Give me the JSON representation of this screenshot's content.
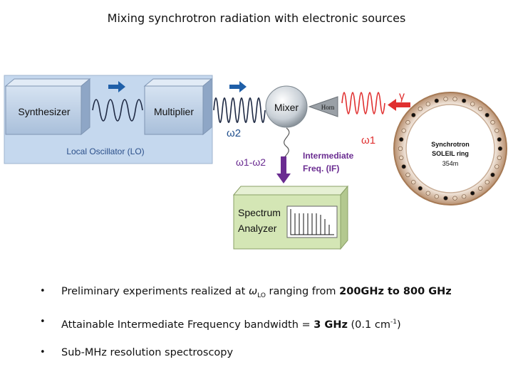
{
  "title": "Mixing synchrotron radiation with electronic sources",
  "diagram": {
    "lo_label": "Local Oscillator (LO)",
    "synthesizer": "Synthesizer",
    "multiplier": "Multiplier",
    "mixer": "Mixer",
    "horn": "Horn",
    "omega2": "ω2",
    "omega1": "ω1",
    "diff": "ω1-ω2",
    "if_line1": "Intermediate",
    "if_line2": "Freq. (IF)",
    "gamma": "γ",
    "spectrum_line1": "Spectrum",
    "spectrum_line2": "Analyzer",
    "ring_line1": "Synchrotron",
    "ring_line2": "SOLEIL ring",
    "ring_line3": "354m"
  },
  "bullets": {
    "b1": {
      "text": "Preliminary experiments realized at ",
      "omega": "ω",
      "lo": "LO",
      "mid": " ranging from ",
      "range": "200GHz to 800 GHz"
    },
    "b2": {
      "text": "Attainable Intermediate Frequency bandwidth = ",
      "bw": "3 GHz",
      "paren1": " (0.1 cm",
      "exp": "-1",
      "paren2": ")"
    },
    "b3": {
      "text": "Sub-MHz resolution spectroscopy"
    }
  },
  "colors": {
    "lo_fill": "#c5d8ee",
    "wave_blue": "#1f4e8c",
    "wave_red": "#e03030",
    "if_arrow": "#6a2c91",
    "spectrum_fill": "#d4e6b5",
    "ring": "#a67a55"
  }
}
